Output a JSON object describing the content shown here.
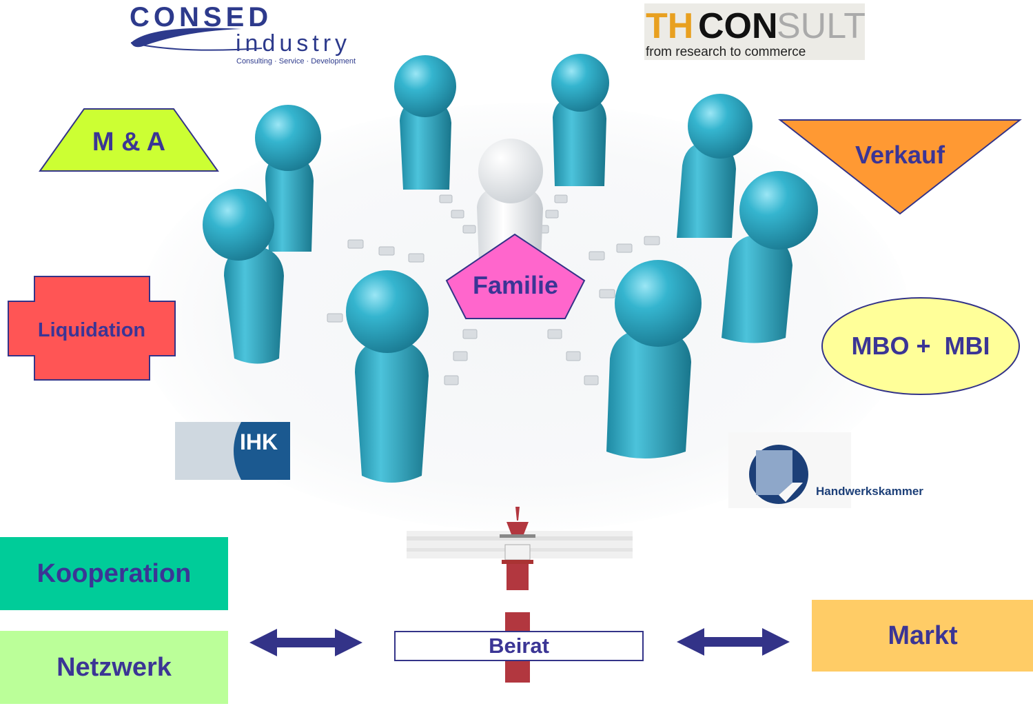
{
  "logos": {
    "consed": {
      "brand": "CONSED",
      "sub": "industry",
      "tagline": "Consulting · Service · Development"
    },
    "thconsult": {
      "brand_a": "TH",
      "brand_b": "CON",
      "brand_c": "SULT",
      "tagline": "from research to commerce"
    },
    "ihk": {
      "label": "IHK"
    },
    "hwk": {
      "label": "Handwerkskammer"
    }
  },
  "shapes": {
    "ma": {
      "label": "M & A",
      "color": "#ccff33"
    },
    "verkauf": {
      "label": "Verkauf",
      "color": "#ff9933"
    },
    "liquidation": {
      "label": "Liquidation",
      "color": "#ff5555"
    },
    "mbo": {
      "label": "MBO +  MBI",
      "color": "#ffff99"
    },
    "familie": {
      "label": "Familie",
      "color": "#ff66cc"
    }
  },
  "boxes": {
    "kooperation": {
      "label": "Kooperation",
      "color": "#00cc99"
    },
    "netzwerk": {
      "label": "Netzwerk",
      "color": "#bbff99"
    },
    "markt": {
      "label": "Markt",
      "color": "#ffcc66"
    },
    "beirat": {
      "label": "Beirat"
    }
  },
  "colors": {
    "text": "#3b3595",
    "figure": "#2ba6c0",
    "arrow": "#333388"
  }
}
